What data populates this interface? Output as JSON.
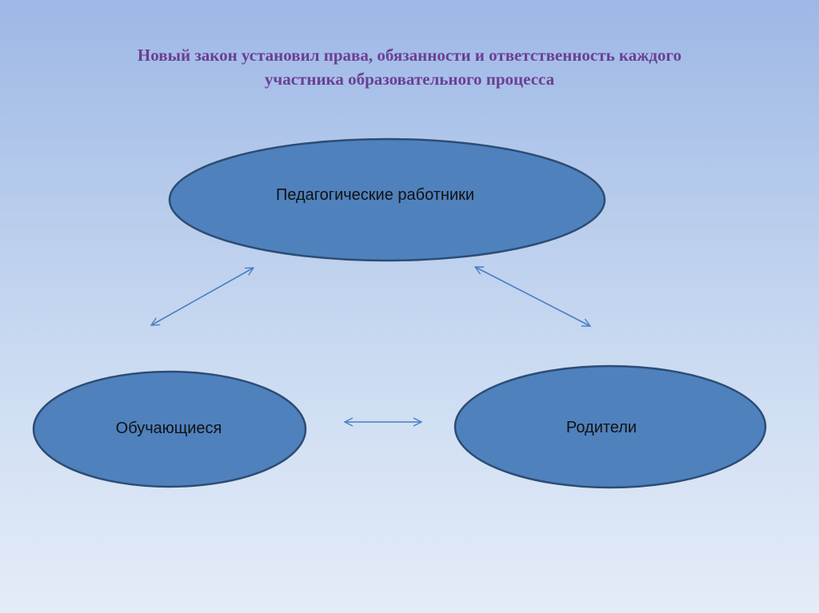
{
  "title": {
    "line1": "Новый закон установил права, обязанности и ответственность каждого",
    "line2": "участника образовательного процесса"
  },
  "nodes": {
    "teachers": "Педагогические работники",
    "students": "Обучающиеся",
    "parents": "Родители"
  },
  "colors": {
    "ellipse_fill": "#4f81bd",
    "ellipse_stroke": "#2c4d75",
    "arrow": "#4a7ec4",
    "title": "#6b3f94"
  }
}
